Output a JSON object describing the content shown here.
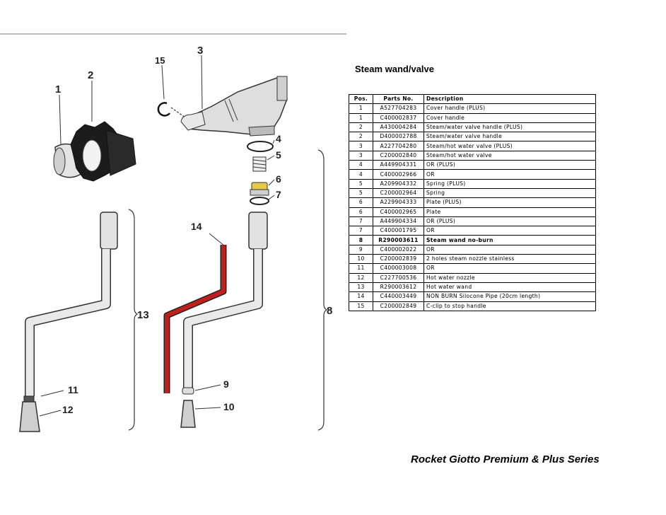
{
  "section_title": "Steam wand/valve",
  "footer_title": "Rocket Giotto Premium & Plus Series",
  "table": {
    "headers": {
      "pos": "Pos.",
      "part_no": "Parts No.",
      "description": "Description"
    },
    "rows": [
      {
        "pos": "1",
        "part_no": "A527704283",
        "description": "Cover handle (PLUS)"
      },
      {
        "pos": "1",
        "part_no": "C400002837",
        "description": "Cover handle"
      },
      {
        "pos": "2",
        "part_no": "A430004284",
        "description": "Steam/water valve handle (PLUS)"
      },
      {
        "pos": "2",
        "part_no": "D400002788",
        "description": "Steam/water valve handle"
      },
      {
        "pos": "3",
        "part_no": "A227704280",
        "description": "Steam/hot water valve (PLUS)"
      },
      {
        "pos": "3",
        "part_no": "C200002840",
        "description": "Steam/hot water valve"
      },
      {
        "pos": "4",
        "part_no": "A449904331",
        "description": "OR (PLUS)"
      },
      {
        "pos": "4",
        "part_no": "C400002966",
        "description": "OR"
      },
      {
        "pos": "5",
        "part_no": "A209904332",
        "description": "Spring (PLUS)"
      },
      {
        "pos": "5",
        "part_no": "C200002964",
        "description": "Spring"
      },
      {
        "pos": "6",
        "part_no": "A229904333",
        "description": "Plate (PLUS)"
      },
      {
        "pos": "6",
        "part_no": "C400002965",
        "description": "Plate"
      },
      {
        "pos": "7",
        "part_no": "A449904334",
        "description": "OR (PLUS)"
      },
      {
        "pos": "7",
        "part_no": "C400001795",
        "description": "OR"
      },
      {
        "pos": "8",
        "part_no": "R290003611",
        "description": "Steam wand no-burn",
        "highlight": true
      },
      {
        "pos": "9",
        "part_no": "C400002022",
        "description": "OR"
      },
      {
        "pos": "10",
        "part_no": "C200002839",
        "description": "2 holes steam nozzle stainless"
      },
      {
        "pos": "11",
        "part_no": "C400003008",
        "description": "OR"
      },
      {
        "pos": "12",
        "part_no": "C227700536",
        "description": "Hot water nozzle"
      },
      {
        "pos": "13",
        "part_no": "R290003612",
        "description": "Hot water wand"
      },
      {
        "pos": "14",
        "part_no": "C440003449",
        "description": "NON BURN Silocone Pipe (20cm length)"
      },
      {
        "pos": "15",
        "part_no": "C200002849",
        "description": "C-clip to stop handle"
      }
    ]
  },
  "diagram": {
    "callouts": [
      "1",
      "2",
      "3",
      "4",
      "5",
      "6",
      "7",
      "8",
      "9",
      "10",
      "11",
      "12",
      "13",
      "14",
      "15"
    ],
    "colors": {
      "silicone_pipe": "#c0201a",
      "line_art": "#333333",
      "metal_fill": "#d9d9d9",
      "plate_fill": "#e6c84a"
    }
  }
}
